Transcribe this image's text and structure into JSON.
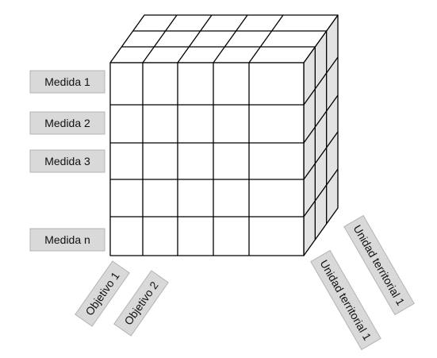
{
  "colors": {
    "label_fill": "#d9d9d9",
    "label_stroke": "#b3b3b3",
    "front_face": "#ffffff",
    "top_face": "#ffffff",
    "side_face": "#e3e3e3",
    "lines": "#000000"
  },
  "measures": [
    "Medida 1",
    "Medida 2",
    "Medida 3",
    "",
    "Medida n"
  ],
  "objectives": [
    "Objetivo 1",
    "Objetivo 2"
  ],
  "territorial_units": [
    "Unidad territorial 1",
    "Unidad territorial 1"
  ]
}
